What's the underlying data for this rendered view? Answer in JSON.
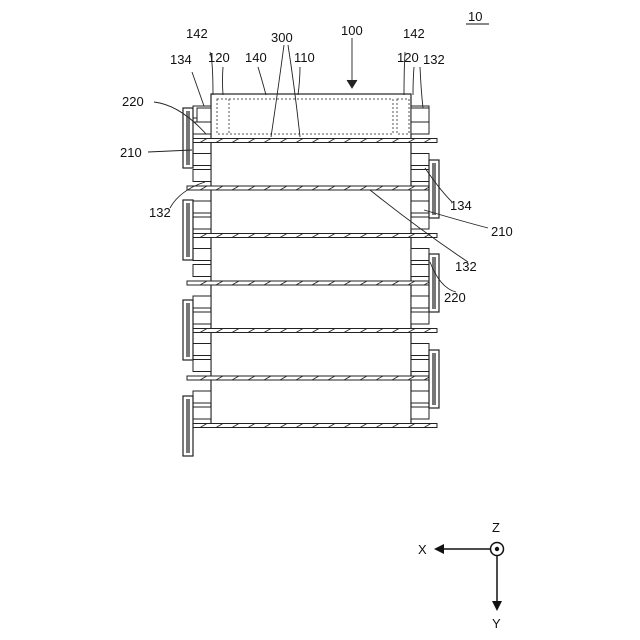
{
  "figure_label": "10",
  "labels": {
    "battery_module": "100",
    "case": "110",
    "wall_left": "120",
    "wall_right": "120",
    "tab_top_left": "134",
    "tab_top_right": "132",
    "tab_left_mid": "132",
    "tab_right_a": "134",
    "tab_right_b": "132",
    "busbar_top_left": "142",
    "busbar_top_right": "142",
    "cover": "140",
    "separator": "300",
    "plate_left": "220",
    "plate_right": "220",
    "holder_left": "210",
    "holder_right": "210"
  },
  "axes": {
    "z": "Z",
    "x": "X",
    "y": "Y"
  },
  "stack": {
    "cell_count": 7,
    "separator_count": 7
  }
}
